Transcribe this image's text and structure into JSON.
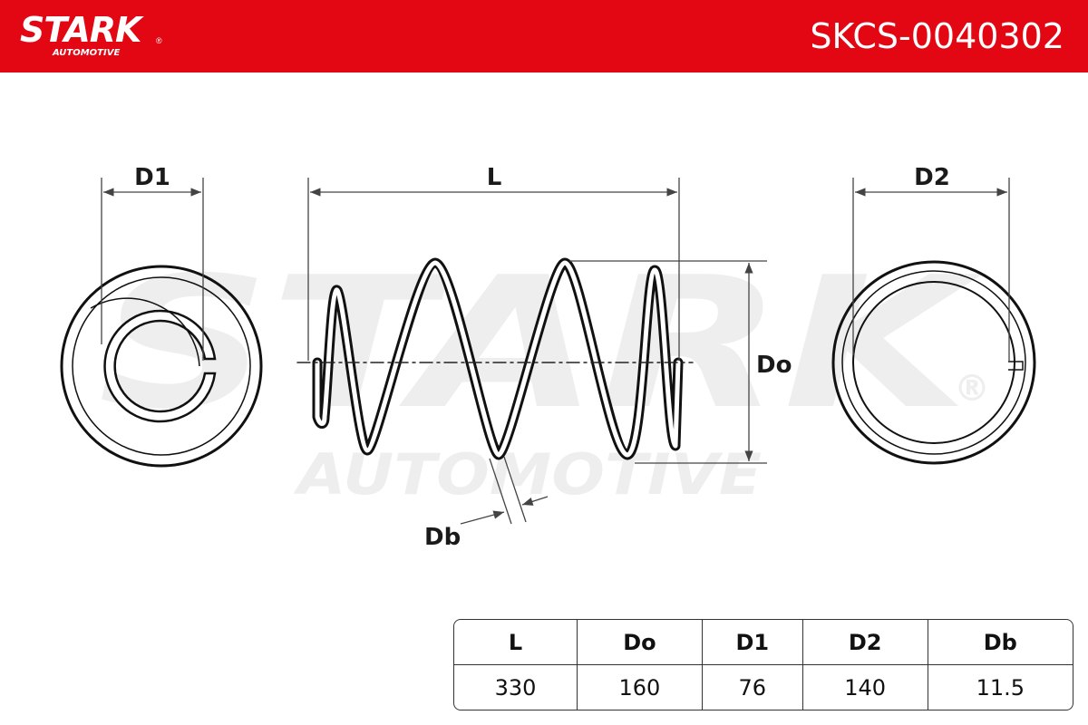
{
  "header": {
    "brand": "STARK",
    "brand_registered": "®",
    "brand_sub": "AUTOMOTIVE",
    "part_number": "SKCS-0040302",
    "background_color": "#e30613"
  },
  "watermark": {
    "main": "STARK",
    "sub": "AUTOMOTIVE",
    "registered": "®"
  },
  "diagram": {
    "labels": {
      "D1": "D1",
      "L": "L",
      "D2": "D2",
      "Do": "Do",
      "Db": "Db"
    }
  },
  "specs_table": {
    "headers": [
      "L",
      "Do",
      "D1",
      "D2",
      "Db"
    ],
    "values": [
      "330",
      "160",
      "76",
      "140",
      "11.5"
    ]
  }
}
